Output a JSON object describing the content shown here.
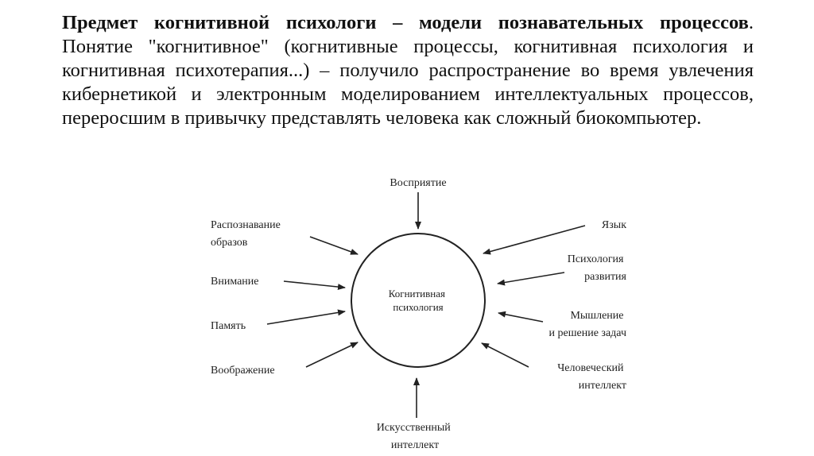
{
  "paragraph": {
    "bold_part": "Предмет когнитивной психологи – модели познавательных процессов",
    "rest": ". Понятие \"когнитивное\" (когнитивные процессы, когнитивная психология и когнитивная психотерапия...) – получило распространение во время увлечения кибернетикой и электронным моделированием интеллектуальных процессов, переросшим в привычку представлять человека как сложный биокомпьютер."
  },
  "diagram": {
    "center": [
      "Когнитивная",
      "психология"
    ],
    "top": "Восприятие",
    "bottom": [
      "Искусственный",
      "интеллект"
    ],
    "left": [
      [
        "Распознавание",
        "образов"
      ],
      [
        "Внимание"
      ],
      [
        "Память"
      ],
      [
        "Воображение"
      ]
    ],
    "right": [
      [
        "Язык"
      ],
      [
        "Психология",
        "развития"
      ],
      [
        "Мышление",
        "и решение задач"
      ],
      [
        "Человеческий",
        "интеллект"
      ]
    ]
  },
  "colors": {
    "text": "#111111",
    "line": "#222222"
  }
}
